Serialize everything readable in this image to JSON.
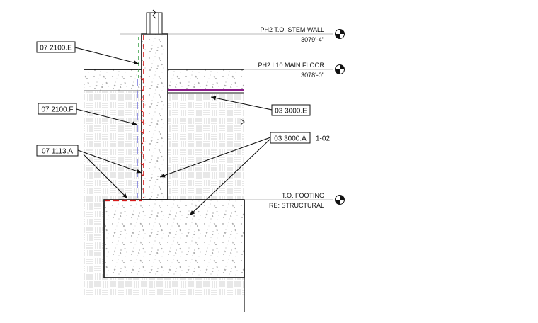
{
  "levels": [
    {
      "name": "PH2 T.O. STEM WALL",
      "elevation": "3079'-4\""
    },
    {
      "name": "PH2 L10 MAIN FLOOR",
      "elevation": "3078'-0\""
    },
    {
      "name": "T.O. FOOTING",
      "elevation": "RE: STRUCTURAL"
    }
  ],
  "keynotes": {
    "k1": "07 2100.E",
    "k2": "07 2100.F",
    "k3": "07 1113.A",
    "k4": "03 3000.E",
    "k5": "03 3000.A",
    "detail_ref": "1-02"
  },
  "colors": {
    "line": "#111111",
    "membrane_red": "#d81c1c",
    "insulation_blue": "#6a6ad8",
    "drainage_green": "#2a9a3a",
    "vapor_purple": "#8a1a8a",
    "earth_hatch": "#c8c8c8"
  }
}
